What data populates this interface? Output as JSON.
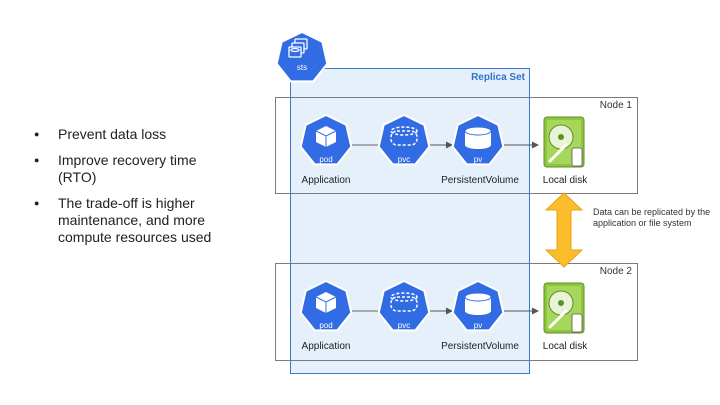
{
  "bullets": [
    "Prevent data loss",
    "Improve recovery time (RTO)",
    "The trade-off is higher maintenance, and more compute resources used"
  ],
  "sts_label": "sts",
  "replica_set_label": "Replica Set",
  "nodes": [
    {
      "label": "Node 1",
      "pod": "pod",
      "pvc": "pvc",
      "pv": "pv",
      "app_caption": "Application",
      "pv_caption": "PersistentVolume",
      "disk_caption": "Local disk"
    },
    {
      "label": "Node 2",
      "pod": "pod",
      "pvc": "pvc",
      "pv": "pv",
      "app_caption": "Application",
      "pv_caption": "PersistentVolume",
      "disk_caption": "Local disk"
    }
  ],
  "replication_note": "Data can be replicated by the application or file system",
  "colors": {
    "k8s_blue": "#326ce5",
    "replica_fill": "#d1e4f7",
    "replica_border": "#3a78d6",
    "arrow_yellow": "#fbbd2c",
    "disk_green": "#8cc63e"
  }
}
